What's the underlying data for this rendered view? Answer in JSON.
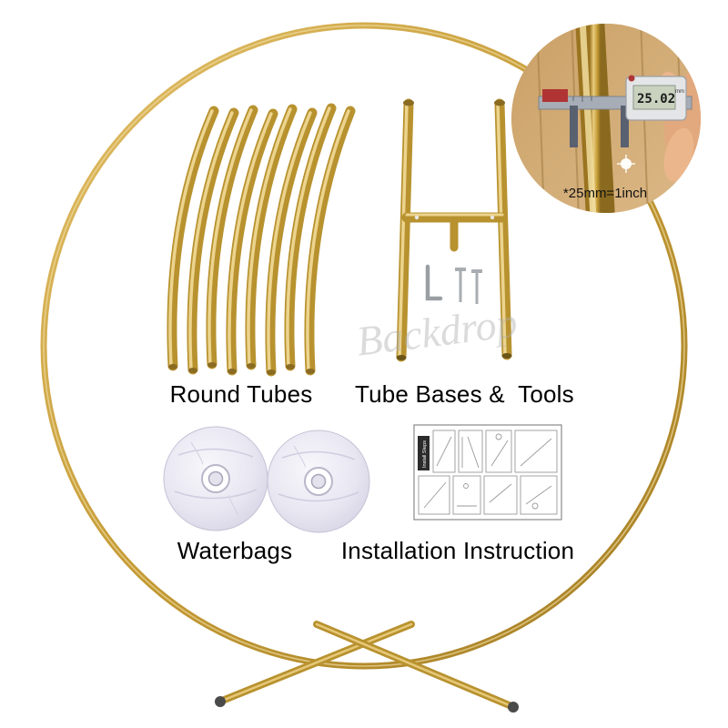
{
  "product": {
    "watermark": "Backdrop"
  },
  "sections": {
    "round_tubes": {
      "label": "Round Tubes"
    },
    "tube_bases": {
      "label": "Tube Bases &  Tools"
    },
    "waterbags": {
      "label": "Waterbags"
    },
    "installation": {
      "label": "Installation Instruction",
      "sheet_side_label": "Install Steps"
    }
  },
  "inset": {
    "caption": "*25mm=1inch",
    "display_value": "25.02",
    "display_unit": "mm"
  },
  "colors": {
    "gold": "#C9A23C",
    "gold_dark": "#8A6A1F",
    "gold_light": "#ECD48E",
    "waterbag": "#E8E6F1",
    "caliper_red": "#B03434",
    "lcd": "#C8D2BF"
  }
}
